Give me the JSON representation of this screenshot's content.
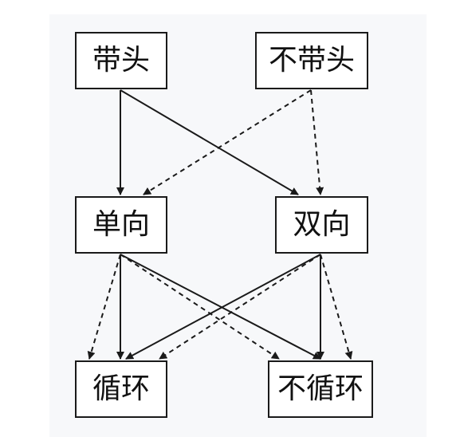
{
  "diagram": {
    "nodes": {
      "with_head": "带头",
      "without_head": "不带头",
      "singly": "单向",
      "doubly": "双向",
      "circular": "循环",
      "non_circular": "不循环"
    },
    "edges": [
      {
        "from": "with_head",
        "to": "singly",
        "style": "solid"
      },
      {
        "from": "with_head",
        "to": "doubly",
        "style": "solid"
      },
      {
        "from": "without_head",
        "to": "singly",
        "style": "dashed"
      },
      {
        "from": "without_head",
        "to": "doubly",
        "style": "dashed"
      },
      {
        "from": "singly",
        "to": "circular",
        "style": "dashed"
      },
      {
        "from": "singly",
        "to": "circular",
        "style": "solid"
      },
      {
        "from": "singly",
        "to": "non_circular",
        "style": "dashed"
      },
      {
        "from": "singly",
        "to": "non_circular",
        "style": "solid"
      },
      {
        "from": "doubly",
        "to": "circular",
        "style": "solid"
      },
      {
        "from": "doubly",
        "to": "circular",
        "style": "dashed"
      },
      {
        "from": "doubly",
        "to": "non_circular",
        "style": "solid"
      },
      {
        "from": "doubly",
        "to": "non_circular",
        "style": "dashed"
      }
    ]
  }
}
